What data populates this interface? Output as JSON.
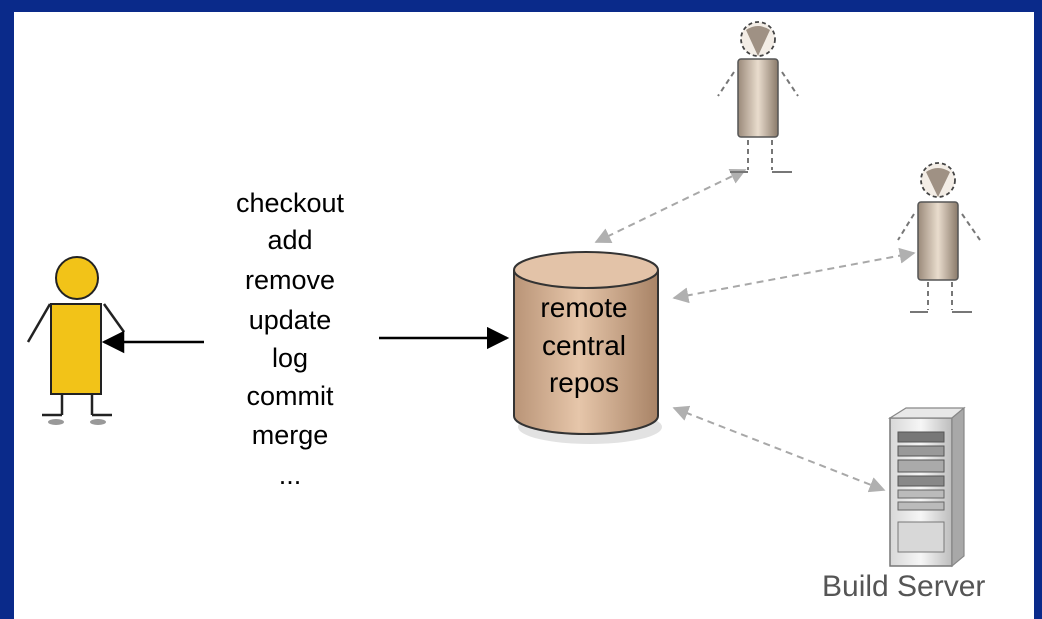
{
  "commands": [
    "checkout",
    "add",
    "remove",
    "update",
    "log",
    "commit",
    "merge",
    "..."
  ],
  "repository": {
    "lines": [
      "remote",
      "central",
      "repos"
    ]
  },
  "build_server": {
    "label": "Build Server"
  },
  "colors": {
    "background_border": "#0a2a8a",
    "user_fill": "#f2c318",
    "repo_fill": "#d9b699",
    "dashed_arrow": "#a8a8a8"
  },
  "icons": {
    "user": "person-icon",
    "remote_developers": "person-icon",
    "repository": "database-cylinder-icon",
    "build_server": "server-tower-icon"
  }
}
